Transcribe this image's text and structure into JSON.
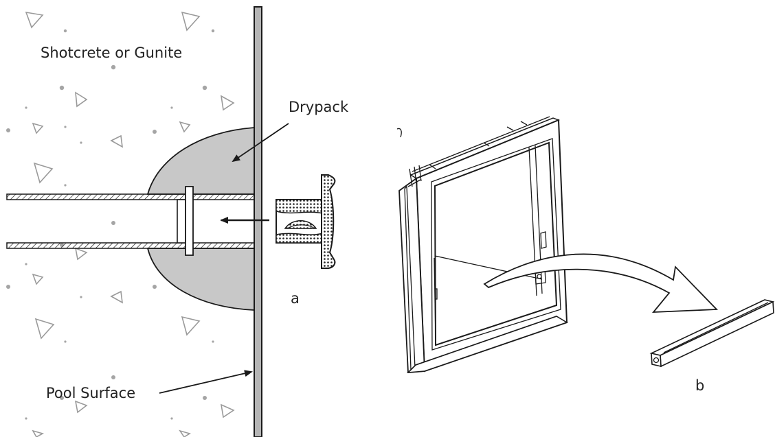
{
  "labels": {
    "concrete": "Shotcrete or Gunite",
    "drypack": "Drypack",
    "pool_surface": "Pool Surface",
    "part_a": "a",
    "part_b": "b"
  },
  "colors": {
    "drypack_fill": "#c8c8c8",
    "wall_fill": "#b5b5b5",
    "line": "#1a1a1a",
    "concrete_marks": "#999999"
  }
}
